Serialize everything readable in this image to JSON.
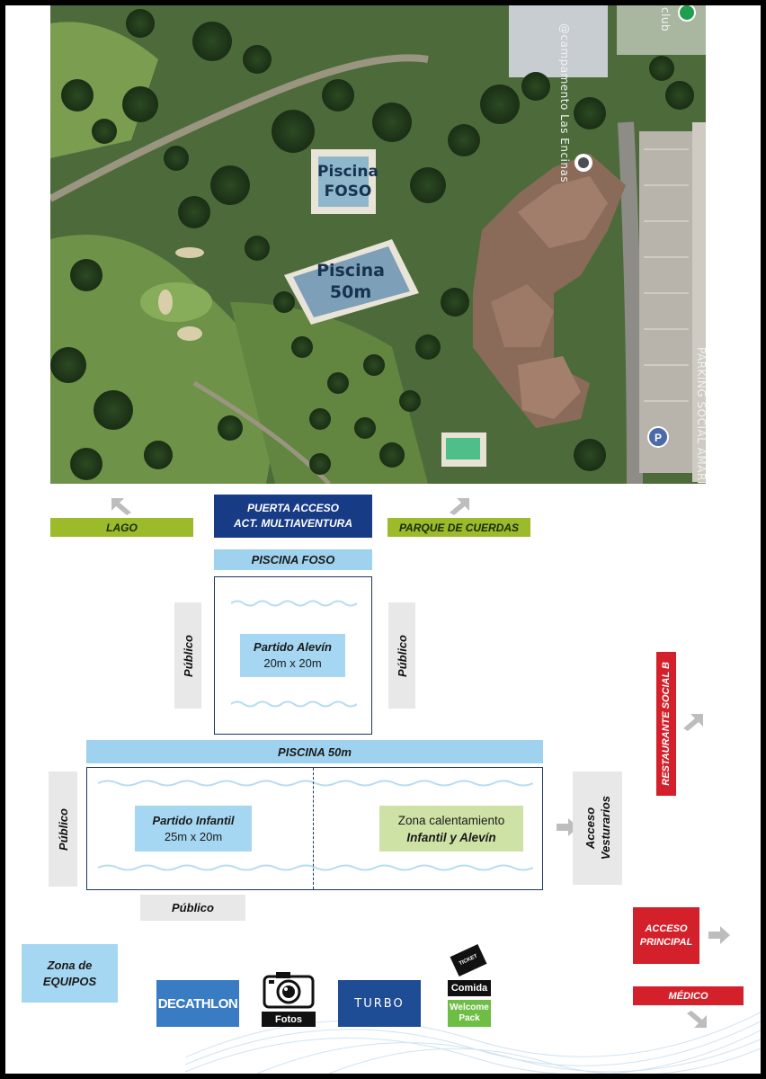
{
  "map": {
    "pool_foso": [
      "Piscina",
      "FOSO"
    ],
    "pool_50m": [
      "Piscina",
      "50m"
    ],
    "campsite_label": "@campamento Las Encinas",
    "parking_label": "PARKING SOCIAL AMARILLO",
    "club_label": "club",
    "parking_symbol": "P"
  },
  "labels": {
    "lago": "LAGO",
    "gate_line1": "PUERTA ACCESO",
    "gate_line2": "ACT. MULTIAVENTURA",
    "parque": "PARQUE DE CUERDAS",
    "piscina_foso": "PISCINA FOSO",
    "piscina_50m": "PISCINA 50m",
    "publico": "Público",
    "restaurante": "RESTAURANTE SOCIAL B",
    "acceso_vesturarios_1": "Acceso",
    "acceso_vesturarios_2": "Vesturarios",
    "acceso_principal_1": "ACCESO",
    "acceso_principal_2": "PRINCIPAL",
    "medico": "MÉDICO",
    "zona_equipos_1": "Zona de",
    "zona_equipos_2": "EQUIPOS"
  },
  "matches": {
    "alevin_title": "Partido Alevín",
    "alevin_size": "20m x 20m",
    "infantil_title": "Partido Infantil",
    "infantil_size": "25m x 20m",
    "warmup_line1": "Zona calentamiento",
    "warmup_line2": "Infantil y Alevín"
  },
  "sponsors": {
    "decathlon": "DECATHLON",
    "fotos": "Fotos",
    "turbo": "TURBO",
    "ticket": "TICKET",
    "comida": "Comida",
    "welcome_1": "Welcome",
    "welcome_2": "Pack"
  },
  "colors": {
    "navy": "#183b86",
    "light_blue": "#9fd2ee",
    "green": "#9cba2a",
    "red": "#d3202a"
  }
}
